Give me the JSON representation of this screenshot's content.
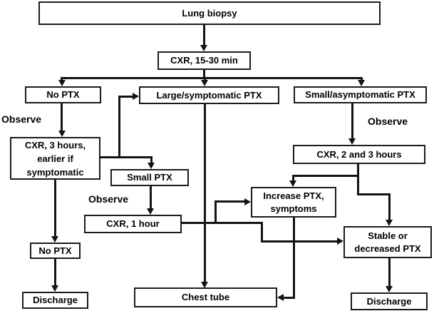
{
  "diagram": {
    "background": "#ffffff",
    "line_color": "#141414",
    "box_border_color": "#1c1c1c",
    "box_fill": "#ffffff",
    "text_color": "#000000",
    "nodes": {
      "lung_biopsy": "Lung biopsy",
      "cxr_15_30": "CXR, 15-30 min",
      "no_ptx_1": "No PTX",
      "large_symptomatic_ptx": "Large/symptomatic PTX",
      "small_asymptomatic_ptx": "Small/asymptomatic PTX",
      "cxr_3_hours": "CXR, 3 hours,\nearlier if\nsymptomatic",
      "small_ptx": "Small PTX",
      "cxr_1_hour": "CXR, 1 hour",
      "cxr_2_3_hours": "CXR, 2 and 3 hours",
      "increase_ptx": "Increase PTX,\nsymptoms",
      "stable_decreased_ptx": "Stable or\ndecreased PTX",
      "no_ptx_2": "No PTX",
      "discharge_left": "Discharge",
      "chest_tube": "Chest tube",
      "discharge_right": "Discharge"
    },
    "labels": {
      "observe_left": "Observe",
      "observe_middle": "Observe",
      "observe_right": "Observe"
    }
  }
}
